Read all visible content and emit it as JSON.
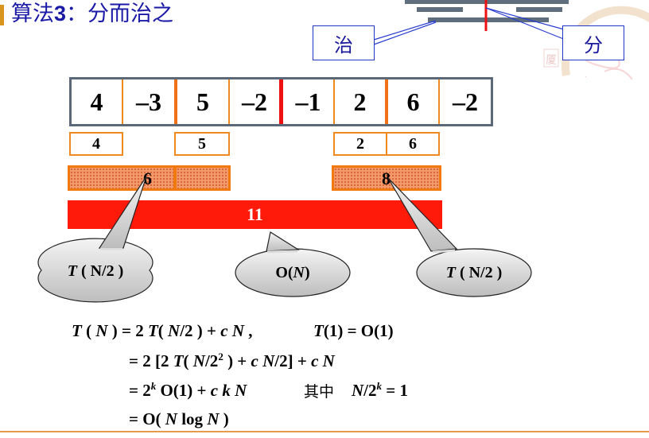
{
  "title": {
    "prefix": "算法",
    "number": "3",
    "rest": "：分而治之"
  },
  "tags": {
    "conquer": "治",
    "divide": "分"
  },
  "array": {
    "values": [
      "4",
      "–3",
      "5",
      "–2",
      "–1",
      "2",
      "6",
      "–2"
    ]
  },
  "subresults": {
    "left_a": "4",
    "left_b": "5",
    "right_a": "2",
    "right_b": "6"
  },
  "halves": {
    "left": "6",
    "right": "8"
  },
  "total": "11",
  "callouts": {
    "left": {
      "t": "T",
      "arg": "( N/2 )"
    },
    "middle": {
      "o": "O(",
      "n": " N",
      "close": " )"
    },
    "right": {
      "t": "T",
      "arg": "( N/2 )"
    }
  },
  "formula": {
    "l1_a": "T",
    "l1_b": " ( ",
    "l1_c": "N",
    "l1_d": " ) = 2 ",
    "l1_e": "T",
    "l1_f": "( ",
    "l1_g": "N",
    "l1_h": "/2 ) + ",
    "l1_i": "c N",
    "l1_j": " ,",
    "l1_k": "T",
    "l1_l": "(1) = O(1)",
    "l2_a": "= 2 [2 ",
    "l2_b": "T",
    "l2_c": "( ",
    "l2_d": "N",
    "l2_e": "/2",
    "l2_f": "2",
    "l2_g": " ) + ",
    "l2_h": "c N",
    "l2_i": "/2] + ",
    "l2_j": "c N",
    "l3_a": "= 2",
    "l3_b": "k",
    "l3_c": " O(1) + ",
    "l3_d": "c k N",
    "l3_cn": "其中",
    "l3_e": "N",
    "l3_f": "/2",
    "l3_g": "k",
    "l3_h": " = 1",
    "l4_a": "= O( ",
    "l4_b": "N",
    "l4_c": " log ",
    "l4_d": "N",
    "l4_e": " )"
  }
}
